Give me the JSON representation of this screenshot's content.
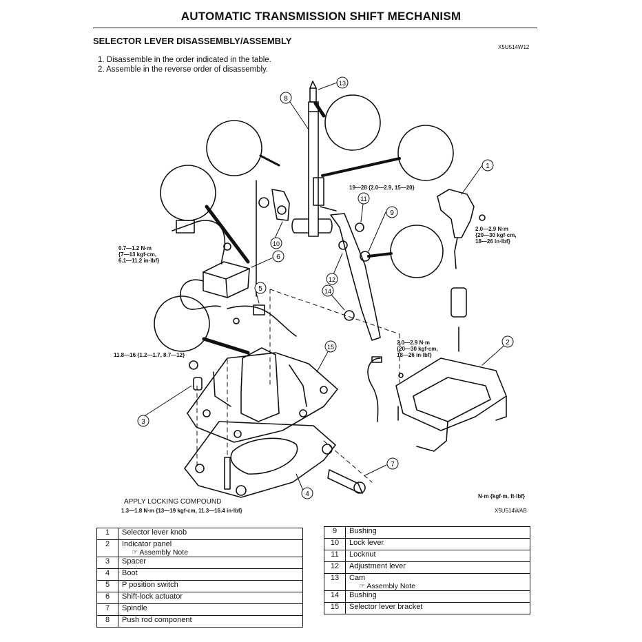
{
  "header": {
    "title": "AUTOMATIC TRANSMISSION SHIFT MECHANISM",
    "section": "SELECTOR LEVER DISASSEMBLY/ASSEMBLY",
    "code_top": "X5U514W12",
    "code_bottom": "X5U514WAB"
  },
  "instructions": [
    "1. Disassemble in the order indicated in the table.",
    "2. Assemble in the reverse order of disassembly."
  ],
  "diagram": {
    "callouts": [
      "1",
      "2",
      "3",
      "4",
      "5",
      "6",
      "7",
      "8",
      "9",
      "10",
      "11",
      "12",
      "13",
      "14",
      "15"
    ],
    "torque_labels": {
      "actuator": "0.7—1.2 N·m\n{7—13 kgf·cm,\n6.1—11.2 in·lbf}",
      "lock_lever": "19—28 {2.0—2.9, 15—20}",
      "knob": "2.0—2.9 N·m\n{20—30 kgf·cm,\n18—26 in·lbf}",
      "panel": "2.0—2.9 N·m\n{20—30 kgf·cm,\n18—26 in·lbf}",
      "bracket": "11.8—16 {1.2—1.7, 8.7—12}",
      "units": "N·m {kgf·m, ft·lbf}",
      "compound": "APPLY LOCKING COMPOUND",
      "base": "1.3—1.8 N·m {13—19 kgf·cm, 11.3—16.4 in·lbf}"
    }
  },
  "parts_left": [
    {
      "num": "1",
      "name": "Selector lever knob",
      "note": ""
    },
    {
      "num": "2",
      "name": "Indicator panel",
      "note": "Assembly Note"
    },
    {
      "num": "3",
      "name": "Spacer",
      "note": ""
    },
    {
      "num": "4",
      "name": "Boot",
      "note": ""
    },
    {
      "num": "5",
      "name": "P position switch",
      "note": ""
    },
    {
      "num": "6",
      "name": "Shift-lock actuator",
      "note": ""
    },
    {
      "num": "7",
      "name": "Spindle",
      "note": ""
    },
    {
      "num": "8",
      "name": "Push rod component",
      "note": ""
    }
  ],
  "parts_right": [
    {
      "num": "9",
      "name": "Bushing",
      "note": ""
    },
    {
      "num": "10",
      "name": "Lock lever",
      "note": ""
    },
    {
      "num": "11",
      "name": "Locknut",
      "note": ""
    },
    {
      "num": "12",
      "name": "Adjustment lever",
      "note": ""
    },
    {
      "num": "13",
      "name": "Cam",
      "note": "Assembly Note"
    },
    {
      "num": "14",
      "name": "Bushing",
      "note": ""
    },
    {
      "num": "15",
      "name": "Selector lever bracket",
      "note": ""
    }
  ]
}
